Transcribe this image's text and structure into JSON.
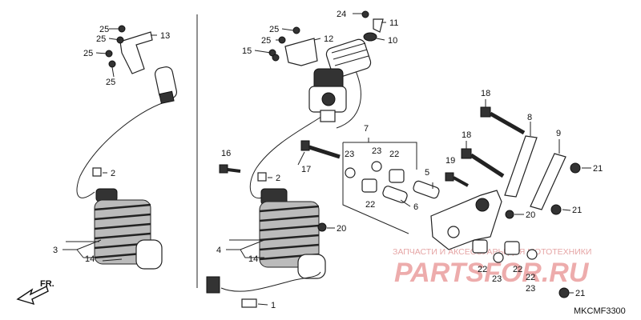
{
  "diagram": {
    "code": "MKCMF3300",
    "direction_label": "FR.",
    "watermark": {
      "line1": "ЗАПЧАСТИ И АКСЕССУАРЫ ДЛЯ МОТОТЕХНИКИ",
      "brand": "PARTSFOR.RU"
    },
    "callouts": [
      "25",
      "25",
      "25",
      "25",
      "13",
      "24",
      "11",
      "10",
      "25",
      "25",
      "12",
      "15",
      "2",
      "2",
      "3",
      "14",
      "4",
      "14",
      "16",
      "17",
      "20",
      "20",
      "1",
      "7",
      "23",
      "23",
      "22",
      "22",
      "22",
      "5",
      "6",
      "18",
      "18",
      "19",
      "8",
      "9",
      "21",
      "21",
      "21",
      "22",
      "23",
      "22",
      "23"
    ]
  }
}
